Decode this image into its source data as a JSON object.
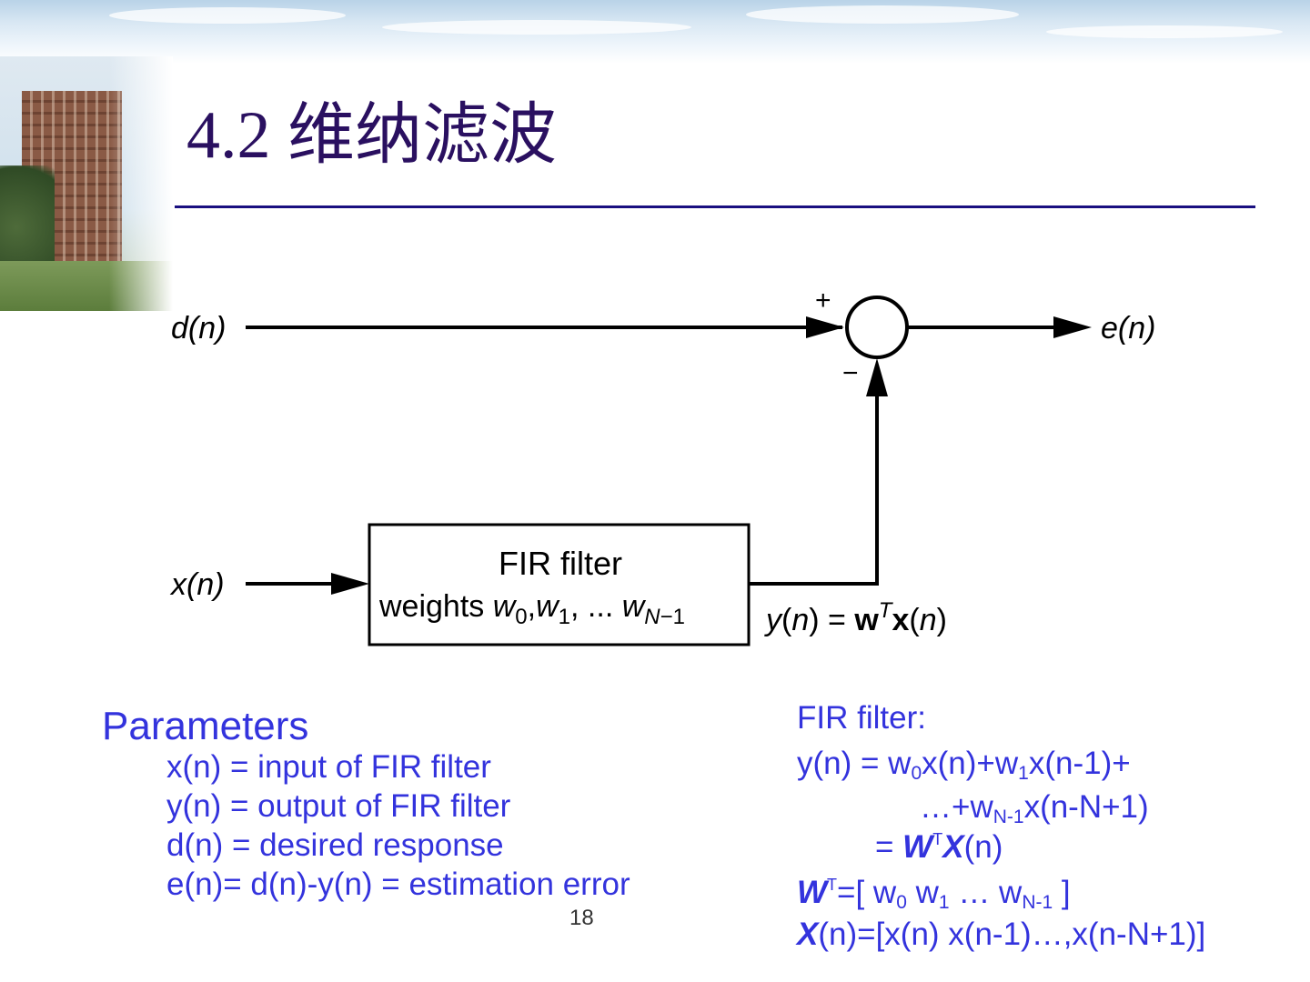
{
  "slide": {
    "title": "4.2  维纳滤波",
    "page_number": "18"
  },
  "diagram": {
    "input_d": "d(n)",
    "input_x": "x(n)",
    "output_e": "e(n)",
    "plus_sign": "+",
    "minus_sign": "−",
    "filter_title": "FIR filter",
    "filter_weights_prefix": "weights",
    "filter_weights_vars": "w0, w1, ... wN−1",
    "output_y": "y(n) = wTx(n)"
  },
  "parameters": {
    "heading": "Parameters",
    "items": [
      "x(n) = input of FIR filter",
      "y(n) = output of FIR filter",
      "d(n) = desired response",
      "e(n)= d(n)-y(n) = estimation error"
    ]
  },
  "fir_equations": {
    "heading": "FIR filter:",
    "line1": "y(n) = w0x(n)+w1x(n-1)+",
    "line2": "…+wN-1x(n-N+1)",
    "line3": "= WTX(n)",
    "line4": "WT=[ w0 w1 … wN-1 ]",
    "line5": "X(n)=[x(n) x(n-1)…,x(n-N+1)]"
  },
  "colors": {
    "title": "#2a1060",
    "rule": "#1a1080",
    "body_text": "#3333dd",
    "diagram": "#000000"
  }
}
